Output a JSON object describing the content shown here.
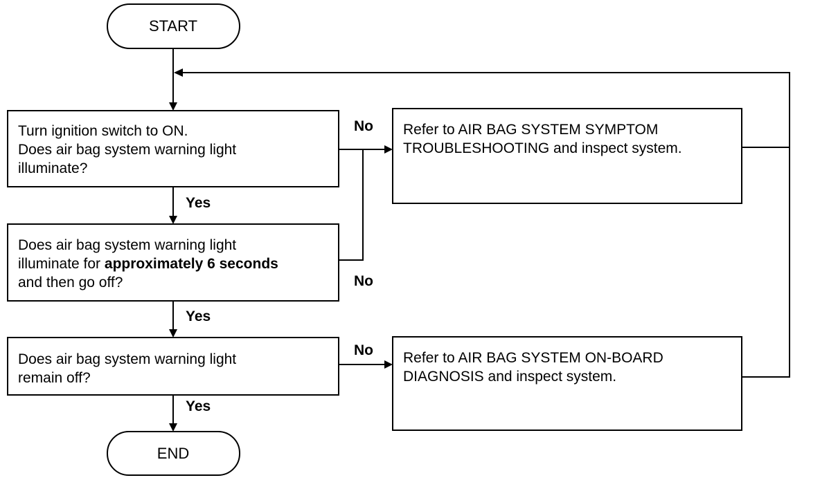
{
  "colors": {
    "stroke": "#000000",
    "background": "#ffffff",
    "text": "#000000"
  },
  "terminals": {
    "start": "START",
    "end": "END"
  },
  "questions": {
    "q1": {
      "line1": "Turn ignition switch to ON.",
      "line2": "Does air bag system warning light",
      "line3": "illuminate?"
    },
    "q2": {
      "line1": "Does air bag system warning light",
      "line2_prefix": "illuminate for ",
      "line2_bold": "approximately 6 seconds",
      "line3": "and then go off?"
    },
    "q3": {
      "line1": "Does air bag system warning light",
      "line2": "remain off?"
    }
  },
  "actions": {
    "symptom": {
      "line1": "Refer to AIR BAG SYSTEM SYMPTOM",
      "line2": "TROUBLESHOOTING and inspect system."
    },
    "onboard": {
      "line1": "Refer to AIR BAG SYSTEM ON-BOARD",
      "line2": "DIAGNOSIS and inspect system."
    }
  },
  "edge_labels": {
    "yes": "Yes",
    "no": "No"
  }
}
